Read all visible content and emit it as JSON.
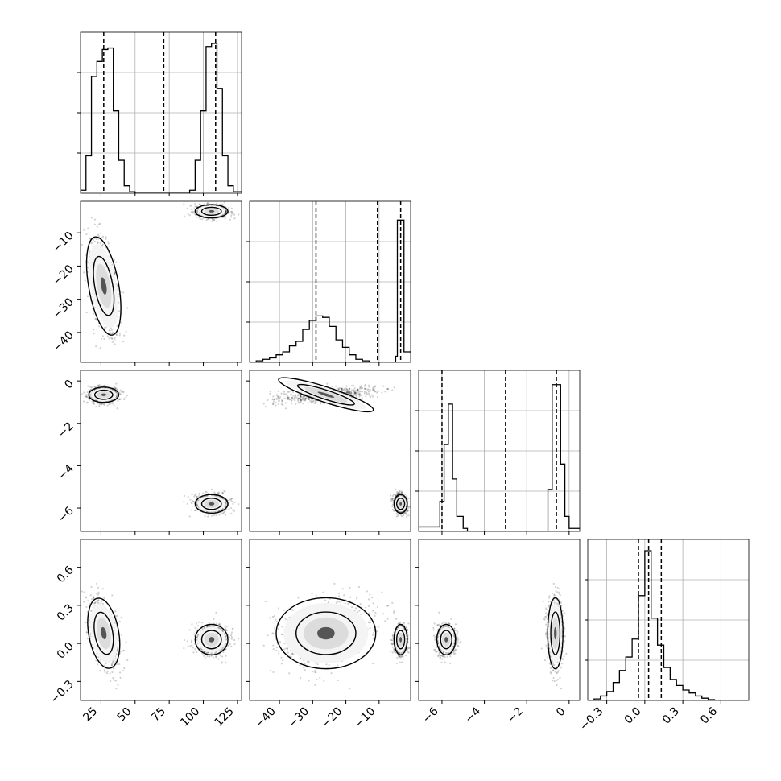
{
  "chart_data": {
    "type": "corner",
    "grid": true,
    "parameters": [
      {
        "range": [
          10,
          128
        ],
        "ticks": [
          25,
          50,
          75,
          100,
          125
        ],
        "tick_labels": [
          "25",
          "50",
          "75",
          "100",
          "125"
        ],
        "quantiles": [
          27,
          71,
          109
        ]
      },
      {
        "range": [
          -49,
          -0.5
        ],
        "ticks": [
          -40,
          -30,
          -20,
          -10
        ],
        "tick_labels": [
          "−40",
          "−30",
          "−20",
          "−10"
        ],
        "quantiles": [
          -29,
          -10.5,
          -3.5
        ]
      },
      {
        "range": [
          -7.1,
          0.5
        ],
        "ticks": [
          -6,
          -4,
          -2,
          0
        ],
        "tick_labels": [
          "−6",
          "−4",
          "−2",
          "0"
        ],
        "quantiles": [
          -6,
          -3,
          -0.6
        ]
      },
      {
        "range": [
          -0.45,
          0.82
        ],
        "ticks": [
          -0.3,
          0,
          0.3,
          0.6
        ],
        "tick_labels": [
          "−0.3",
          "0.0",
          "0.3",
          "0.6"
        ],
        "quantiles": [
          -0.05,
          0.03,
          0.13
        ]
      }
    ],
    "histograms": [
      {
        "param": 0,
        "bins": [
          [
            10,
            0.02
          ],
          [
            14,
            0.25
          ],
          [
            18,
            0.78
          ],
          [
            22,
            0.88
          ],
          [
            26,
            0.96
          ],
          [
            30,
            0.97
          ],
          [
            34,
            0.55
          ],
          [
            38,
            0.22
          ],
          [
            42,
            0.05
          ],
          [
            46,
            0.01
          ],
          [
            50,
            0
          ],
          [
            86,
            0
          ],
          [
            90,
            0.02
          ],
          [
            94,
            0.22
          ],
          [
            98,
            0.55
          ],
          [
            102,
            0.98
          ],
          [
            106,
            1.0
          ],
          [
            110,
            0.7
          ],
          [
            114,
            0.25
          ],
          [
            118,
            0.05
          ],
          [
            122,
            0.01
          ]
        ]
      },
      {
        "param": 1,
        "bins": [
          [
            -49,
            0
          ],
          [
            -47,
            0.01
          ],
          [
            -45,
            0.02
          ],
          [
            -43,
            0.03
          ],
          [
            -41,
            0.05
          ],
          [
            -39,
            0.07
          ],
          [
            -37,
            0.11
          ],
          [
            -35,
            0.14
          ],
          [
            -33,
            0.22
          ],
          [
            -31,
            0.28
          ],
          [
            -29,
            0.31
          ],
          [
            -27,
            0.3
          ],
          [
            -25,
            0.24
          ],
          [
            -23,
            0.15
          ],
          [
            -21,
            0.1
          ],
          [
            -19,
            0.05
          ],
          [
            -17,
            0.02
          ],
          [
            -15,
            0.01
          ],
          [
            -13,
            0
          ],
          [
            -5,
            0.04
          ],
          [
            -4.5,
            0.95
          ],
          [
            -3,
            0.95
          ],
          [
            -2.5,
            0.07
          ],
          [
            -1,
            0.07
          ]
        ]
      },
      {
        "param": 2,
        "bins": [
          [
            -7.1,
            0.03
          ],
          [
            -6.3,
            0.03
          ],
          [
            -6.1,
            0.2
          ],
          [
            -5.9,
            0.58
          ],
          [
            -5.7,
            0.85
          ],
          [
            -5.5,
            0.35
          ],
          [
            -5.3,
            0.1
          ],
          [
            -5.0,
            0.02
          ],
          [
            -4.8,
            0
          ],
          [
            -1.2,
            0
          ],
          [
            -1.0,
            0.28
          ],
          [
            -0.8,
            0.98
          ],
          [
            -0.6,
            0.98
          ],
          [
            -0.4,
            0.45
          ],
          [
            -0.2,
            0.1
          ],
          [
            0.0,
            0.02
          ]
        ]
      },
      {
        "param": 3,
        "bins": [
          [
            -0.45,
            0
          ],
          [
            -0.4,
            0.01
          ],
          [
            -0.35,
            0.03
          ],
          [
            -0.3,
            0.06
          ],
          [
            -0.25,
            0.12
          ],
          [
            -0.2,
            0.2
          ],
          [
            -0.15,
            0.29
          ],
          [
            -0.1,
            0.41
          ],
          [
            -0.05,
            0.7
          ],
          [
            0.0,
            1.0
          ],
          [
            0.05,
            0.55
          ],
          [
            0.1,
            0.37
          ],
          [
            0.15,
            0.22
          ],
          [
            0.2,
            0.14
          ],
          [
            0.25,
            0.1
          ],
          [
            0.3,
            0.07
          ],
          [
            0.35,
            0.05
          ],
          [
            0.4,
            0.03
          ],
          [
            0.45,
            0.015
          ],
          [
            0.5,
            0.005
          ],
          [
            0.55,
            0
          ],
          [
            0.82,
            0
          ]
        ]
      }
    ],
    "clusters": [
      {
        "mean": [
          27,
          -26,
          -0.65,
          0.08
        ],
        "sd": [
          5.5,
          7.5,
          0.18,
          0.14
        ],
        "n": 700
      },
      {
        "mean": [
          106,
          -3.5,
          -5.8,
          0.03
        ],
        "sd": [
          6,
          1.0,
          0.22,
          0.06
        ],
        "n": 700
      }
    ]
  }
}
